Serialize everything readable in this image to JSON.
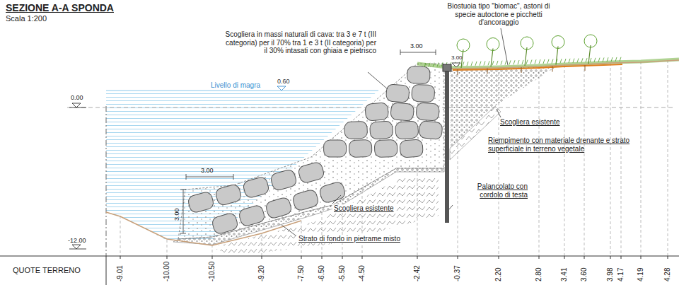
{
  "diagram": {
    "title": "SEZIONE A-A SPONDA",
    "labels": [
      "Scala 1:200",
      "Biostuoia tipo \"biomac\", astoni di specie autoctone e picchetti d'ancoraggio",
      "Scogliera in massi naturali di cava: tra 3 e 7 t (III categoria) per il 70% tra 1 e 3 t (II categoria) per il 30% intasati con ghiaia e pietrisco",
      "3.00",
      "3.00",
      "0.00",
      "Livello di magra",
      "0.60",
      "Scogliera esistente",
      "Riempimento con materiale drenante e strato superficiale in terreno vegetale",
      "3.00",
      "3.00",
      "Palancolato con cordolo di testa",
      "Scogliera esistente",
      "Strato di fondo in pietrame misto",
      "-12.00",
      "QUOTE TERRENO",
      "-9.01",
      "-10.00",
      "-10.50",
      "-9.20",
      "-7.50",
      "-6.50",
      "-5.50",
      "-4.50",
      "-2.42",
      "-0.37",
      "2.20",
      "2.80",
      "3.41",
      "3.60",
      "3.98",
      "4.17",
      "4.19",
      "4.28"
    ]
  }
}
